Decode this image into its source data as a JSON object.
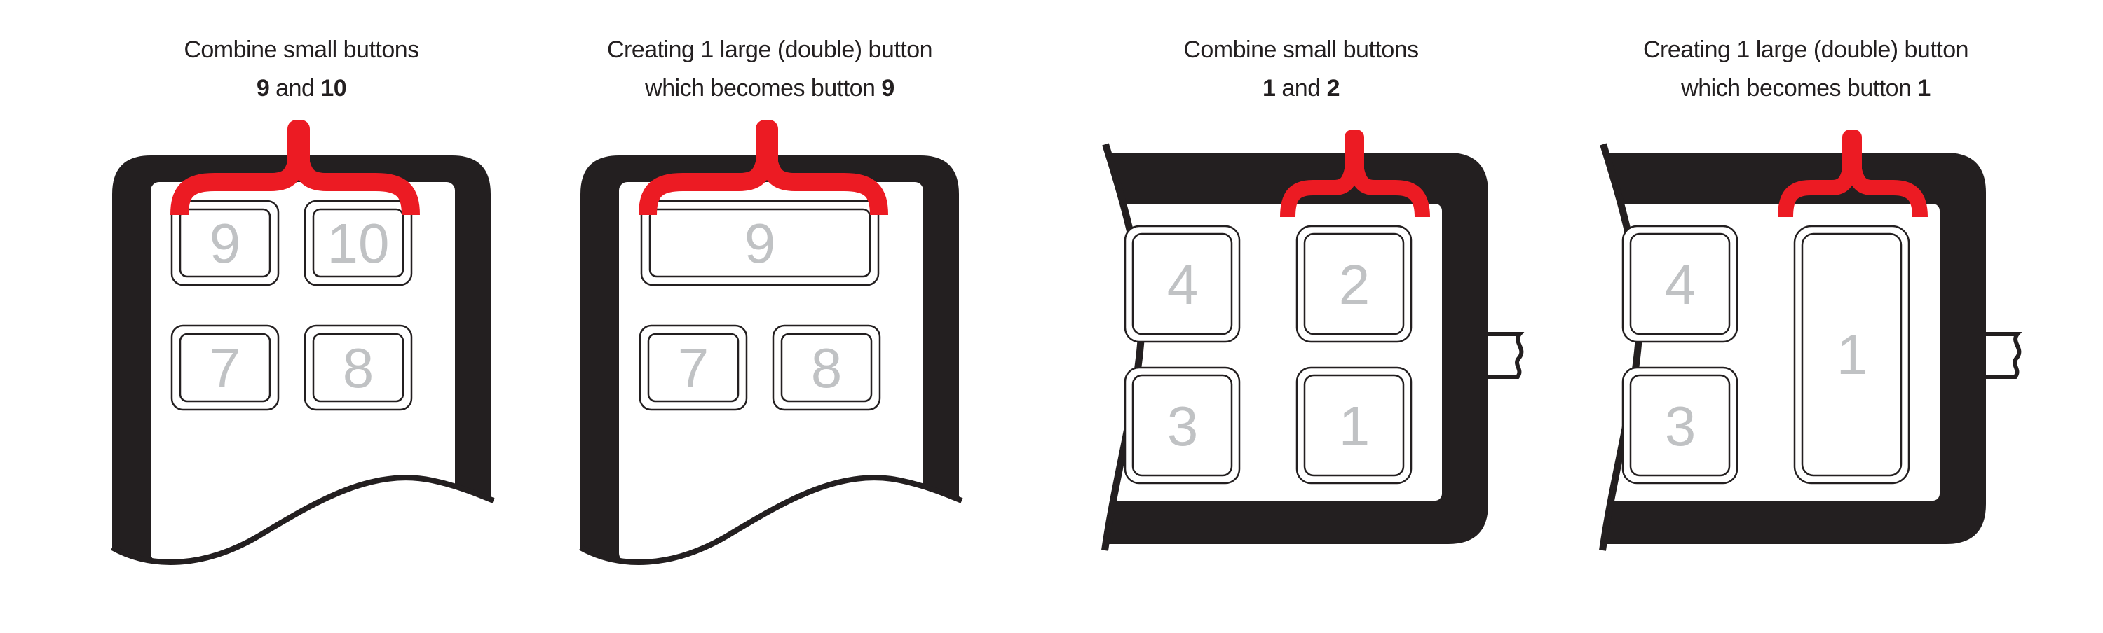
{
  "colors": {
    "frame_black": "#231F20",
    "accent_red": "#EC1B23",
    "digit_gray": "#C0C2C4"
  },
  "panels": [
    {
      "id": "combine-9-10",
      "title": {
        "line1": "Combine small buttons",
        "parts": [
          {
            "text": "9"
          },
          {
            "text": " and "
          },
          {
            "text": "10"
          }
        ]
      },
      "buttons": [
        "9",
        "10",
        "7",
        "8"
      ]
    },
    {
      "id": "result-large-9",
      "title": {
        "line1": "Creating 1 large (double) button",
        "parts": [
          {
            "text": "which becomes button "
          },
          {
            "text": "9"
          }
        ]
      },
      "buttons": [
        "9",
        "7",
        "8"
      ]
    },
    {
      "id": "combine-1-2",
      "title": {
        "line1": "Combine small buttons",
        "parts": [
          {
            "text": "1"
          },
          {
            "text": " and "
          },
          {
            "text": "2"
          }
        ]
      },
      "buttons": [
        "4",
        "2",
        "3",
        "1"
      ]
    },
    {
      "id": "result-large-1",
      "title": {
        "line1": "Creating 1 large (double) button",
        "parts": [
          {
            "text": "which becomes button "
          },
          {
            "text": "1"
          }
        ]
      },
      "buttons": [
        "4",
        "3",
        "1"
      ]
    }
  ]
}
